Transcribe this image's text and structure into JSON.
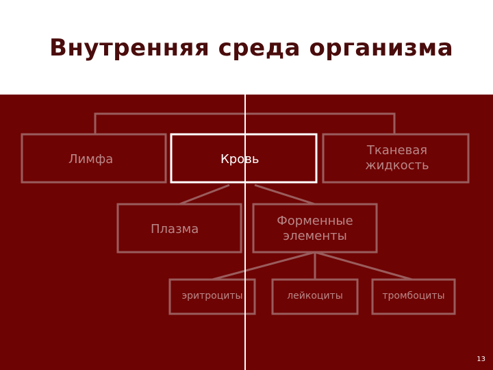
{
  "slide": {
    "title": "Внутренняя среда организма",
    "page_number": "13"
  },
  "colors": {
    "panel_bg": "#6e0303",
    "title_text": "#4a0c0c",
    "connector": "#9a5c5c",
    "box_border": "#9a5c5c",
    "box_text": "#b98787",
    "highlight_border": "#ffffff",
    "highlight_text": "#ffffff",
    "divider": "#ffffff"
  },
  "diagram": {
    "nodes": {
      "lymph": "Лимфа",
      "blood": "Кровь",
      "tissue_fluid": "Тканевая жидкость",
      "plasma": "Плазма",
      "formed_elements": "Форменные элементы",
      "erythrocytes": "эритроциты",
      "leukocytes": "лейкоциты",
      "thrombocytes": "тромбоциты"
    }
  }
}
